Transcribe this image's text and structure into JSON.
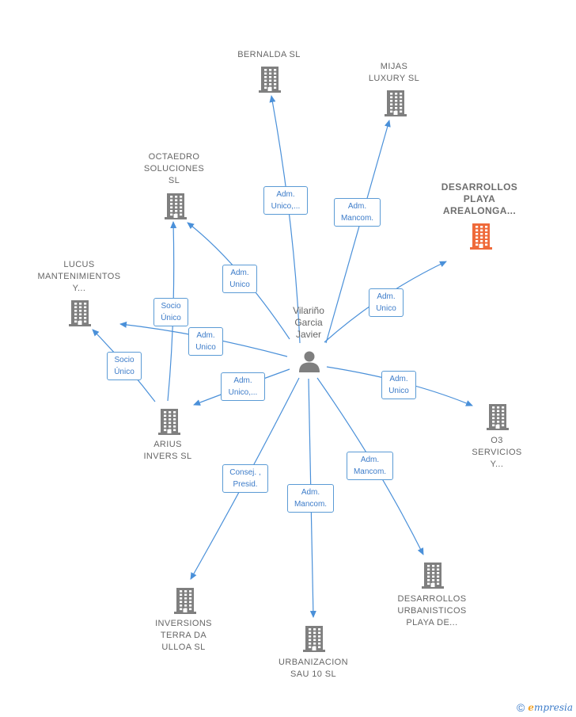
{
  "colors": {
    "edge": "#4a90d9",
    "building": "#7f7f7f",
    "building_focus": "#ef6a3a",
    "person": "#7f7f7f"
  },
  "center": {
    "name": "Vilariño\nGarcia\nJavier",
    "icon": "person-icon"
  },
  "companies": [
    {
      "id": "bernalda",
      "name": "BERNALDA  SL",
      "highlight": false,
      "icon": "building-icon"
    },
    {
      "id": "mijas",
      "name": "MIJAS\nLUXURY  SL",
      "highlight": false,
      "icon": "building-icon"
    },
    {
      "id": "octaedro",
      "name": "OCTAEDRO\nSOLUCIONES\nSL",
      "highlight": false,
      "icon": "building-icon"
    },
    {
      "id": "desarrollos_playa",
      "name": "DESARROLLOS\nPLAYA\nAREALONGA...",
      "highlight": true,
      "icon": "building-icon"
    },
    {
      "id": "lucus",
      "name": "LUCUS\nMANTENIMIENTOS\nY...",
      "highlight": false,
      "icon": "building-icon"
    },
    {
      "id": "arius",
      "name": "ARIUS\nINVERS  SL",
      "highlight": false,
      "icon": "building-icon"
    },
    {
      "id": "o3",
      "name": "O3\nSERVICIOS\nY...",
      "highlight": false,
      "icon": "building-icon"
    },
    {
      "id": "inversions",
      "name": "INVERSIONS\nTERRA DA\nULLOA  SL",
      "highlight": false,
      "icon": "building-icon"
    },
    {
      "id": "urbanizacion",
      "name": "URBANIZACION\nSAU 10  SL",
      "highlight": false,
      "icon": "building-icon"
    },
    {
      "id": "desarrollos_urb",
      "name": "DESARROLLOS\nURBANISTICOS\nPLAYA DE...",
      "highlight": false,
      "icon": "building-icon"
    }
  ],
  "relations": [
    {
      "from": "center",
      "to": "bernalda",
      "label": "Adm.\nUnico,..."
    },
    {
      "from": "center",
      "to": "mijas",
      "label": "Adm.\nMancom."
    },
    {
      "from": "center",
      "to": "octaedro",
      "label": "Adm.\nUnico"
    },
    {
      "from": "center",
      "to": "desarrollos_playa",
      "label": "Adm.\nUnico"
    },
    {
      "from": "center",
      "to": "lucus",
      "label": "Adm.\nUnico"
    },
    {
      "from": "center",
      "to": "arius",
      "label": "Adm.\nUnico,..."
    },
    {
      "from": "center",
      "to": "o3",
      "label": "Adm.\nUnico"
    },
    {
      "from": "center",
      "to": "inversions",
      "label": "Consej. ,\nPresid."
    },
    {
      "from": "center",
      "to": "urbanizacion",
      "label": "Adm.\nMancom."
    },
    {
      "from": "center",
      "to": "desarrollos_urb",
      "label": "Adm.\nMancom."
    },
    {
      "from": "arius",
      "to": "octaedro",
      "label": "Socio\nÚnico"
    },
    {
      "from": "arius",
      "to": "lucus",
      "label": "Socio\nÚnico"
    }
  ],
  "footer": {
    "copyright_icon": "copyright-icon",
    "brand_initial": "e",
    "brand_rest": "mpresia"
  }
}
